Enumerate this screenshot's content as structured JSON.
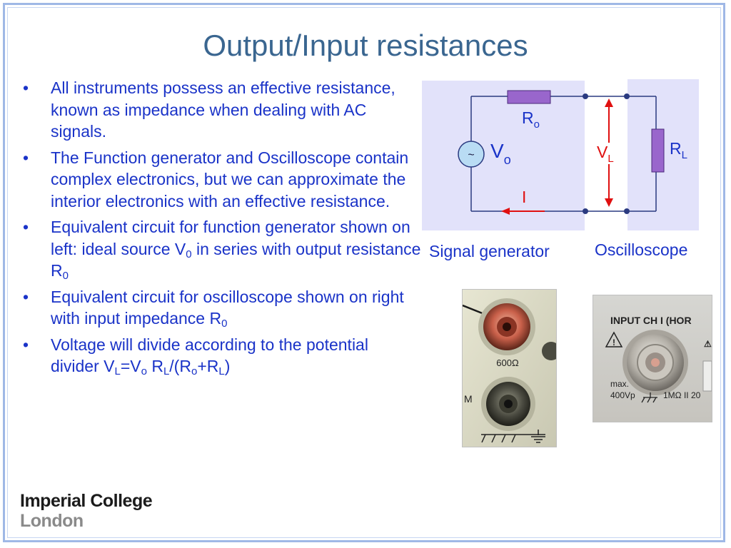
{
  "title": "Output/Input resistances",
  "bullets": [
    {
      "parts": [
        {
          "t": "All instruments possess an effective resistance, known as impedance when dealing with AC signals."
        }
      ]
    },
    {
      "parts": [
        {
          "t": "The Function generator and Oscilloscope contain complex electronics, but we can approximate the interior electronics with an effective resistance."
        }
      ]
    },
    {
      "parts": [
        {
          "t": "Equivalent circuit for function generator shown on left: ideal source V"
        },
        {
          "s": "0"
        },
        {
          "t": " in series with output resistance R"
        },
        {
          "s": "0"
        }
      ]
    },
    {
      "parts": [
        {
          "t": "Equivalent circuit for oscilloscope shown on right with input impedance R"
        },
        {
          "s": "0"
        }
      ]
    },
    {
      "parts": [
        {
          "t": "Voltage will divide according to the potential divider V"
        },
        {
          "s": "L"
        },
        {
          "t": "=V"
        },
        {
          "s": "o"
        },
        {
          "t": " R"
        },
        {
          "s": "L"
        },
        {
          "t": "/(R"
        },
        {
          "s": "o"
        },
        {
          "t": "+R"
        },
        {
          "s": "L"
        },
        {
          "t": ")"
        }
      ]
    }
  ],
  "circuit": {
    "source_symbol": "~",
    "source_label": "V",
    "source_sub": "o",
    "ro_label": "R",
    "ro_sub": "o",
    "vl_label": "V",
    "vl_sub": "L",
    "rl_label": "R",
    "rl_sub": "L",
    "current_label": "I",
    "colors": {
      "box_fill": "#e2e2fa",
      "resistor_fill": "#9966cc",
      "wire": "#2a3a80",
      "annotation": "#e01010",
      "label": "#1a33c8"
    }
  },
  "captions": {
    "signal_generator": "Signal generator",
    "oscilloscope": "Oscilloscope"
  },
  "photos": {
    "generator_label": "600Ω",
    "generator_letter": "M",
    "scope_heading": "INPUT CH I (HOR",
    "scope_max": "max.",
    "scope_volts": "400Vp",
    "scope_imp": "1MΩ II 20"
  },
  "logo": {
    "line1": "Imperial College",
    "line2": "London"
  }
}
